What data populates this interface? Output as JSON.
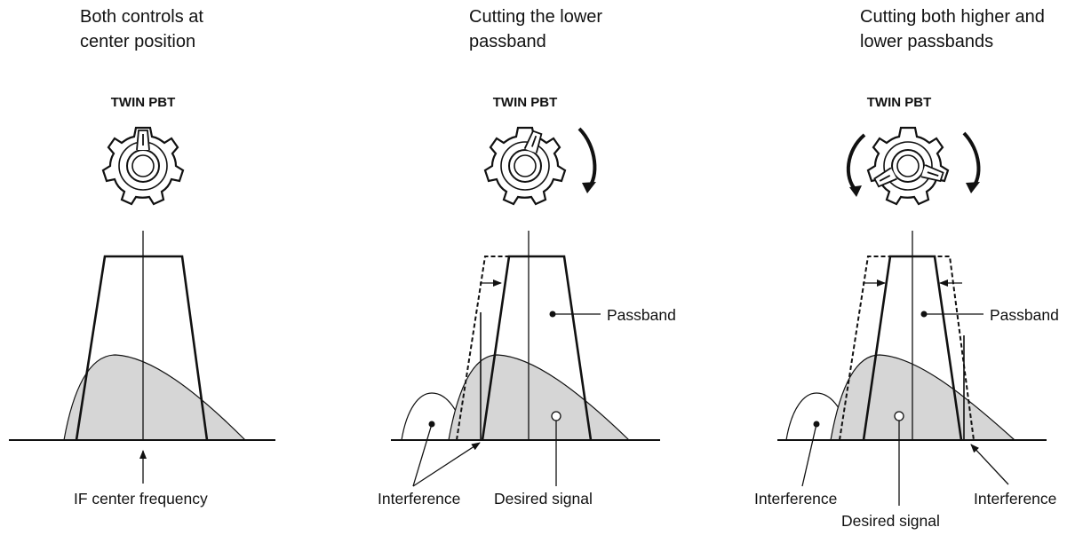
{
  "panels": [
    {
      "title": "Both controls at\ncenter position",
      "knob_label": "TWIN PBT",
      "labels": {
        "if_center": "IF center frequency"
      }
    },
    {
      "title": "Cutting the lower\npassband",
      "knob_label": "TWIN PBT",
      "labels": {
        "passband": "Passband",
        "interference": "Interference",
        "desired": "Desired signal"
      }
    },
    {
      "title": "Cutting both higher and\nlower passbands",
      "knob_label": "TWIN PBT",
      "labels": {
        "passband": "Passband",
        "interference_left": "Interference",
        "interference_right": "Interference",
        "desired": "Desired signal"
      }
    }
  ],
  "colors": {
    "signal_fill": "#d6d6d6",
    "line": "#111111",
    "background": "#ffffff"
  },
  "icons": [
    "knob-icon",
    "rotate-clockwise-arrow-icon",
    "rotate-counterclockwise-arrow-icon"
  ]
}
